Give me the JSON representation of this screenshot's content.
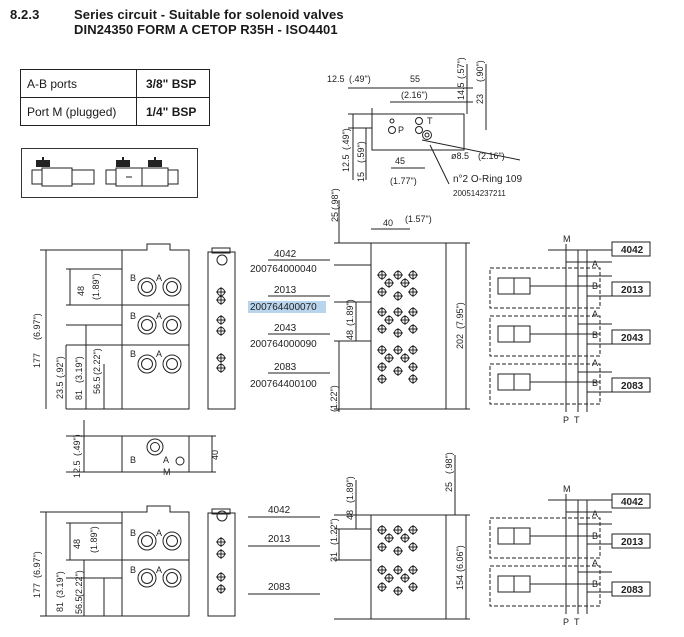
{
  "header": {
    "section_number": "8.2.3",
    "title_line1": "Series circuit - Suitable for solenoid valves",
    "title_line2": "DIN24350 FORM A CETOP R35H - ISO4401"
  },
  "spec_table": [
    {
      "label": "A-B ports",
      "value": "3/8\" BSP"
    },
    {
      "label": "Port M (plugged)",
      "value": "1/4\" BSP"
    }
  ],
  "top_detail": {
    "dims": [
      "12.5",
      "(.49\")",
      "55",
      "(2.16\")",
      "14.5",
      "(.57\")",
      "23",
      "(.90\")",
      "12.5",
      "(.49\")",
      "15",
      "(.59\")",
      "45",
      "(1.77\")",
      "ø8.5",
      "(2.16\")"
    ],
    "port_p": "P",
    "port_t": "T",
    "oring_note": "n°2 O-Ring 109",
    "oring_part": "200514237211"
  },
  "upper": {
    "dims": [
      "48",
      "(1.89\")",
      "177",
      "(6.97\")",
      "23.5",
      "(.92\")",
      "81",
      "(3.19\")",
      "56.5",
      "(2.22\")",
      "25",
      "(.98\")",
      "40",
      "(1.57\")",
      "48",
      "(1.89\")",
      "202",
      "(7.95\")",
      "(1.22\")"
    ],
    "ports_ab": [
      "B",
      "A"
    ],
    "codes": [
      {
        "model": "4042",
        "part": "200764000040"
      },
      {
        "model": "2013",
        "part": "200764400070"
      },
      {
        "model": "2043",
        "part": "200764000090"
      },
      {
        "model": "2083",
        "part": "200764400100"
      }
    ],
    "schematic_boxes": [
      "4042",
      "2013",
      "2043",
      "2083"
    ],
    "schematic_labels": [
      "M",
      "A",
      "B",
      "A",
      "B",
      "A",
      "B",
      "P",
      "T"
    ]
  },
  "middle": {
    "dims": [
      "12.5",
      "(.49\")",
      "40"
    ],
    "port_m": "M",
    "ports": [
      "B",
      "A"
    ]
  },
  "lower": {
    "dims": [
      "48",
      "(1.89\")",
      "177",
      "(6.97\")",
      "81",
      "(3.19\")",
      "56.5",
      "(2.22\")",
      "25",
      "(.98\")",
      "48",
      "(1.89\")",
      "31",
      "(1.22\")",
      "154",
      "(6.06\")"
    ],
    "ports_ab": [
      "B",
      "A"
    ],
    "codes": [
      "4042",
      "2013",
      "2083"
    ],
    "schematic_boxes": [
      "4042",
      "2013",
      "2083"
    ],
    "schematic_labels": [
      "M",
      "A",
      "B",
      "A",
      "B",
      "P",
      "T"
    ]
  },
  "colors": {
    "ink": "#1a1a1a",
    "highlight": "#b9d5ee"
  }
}
